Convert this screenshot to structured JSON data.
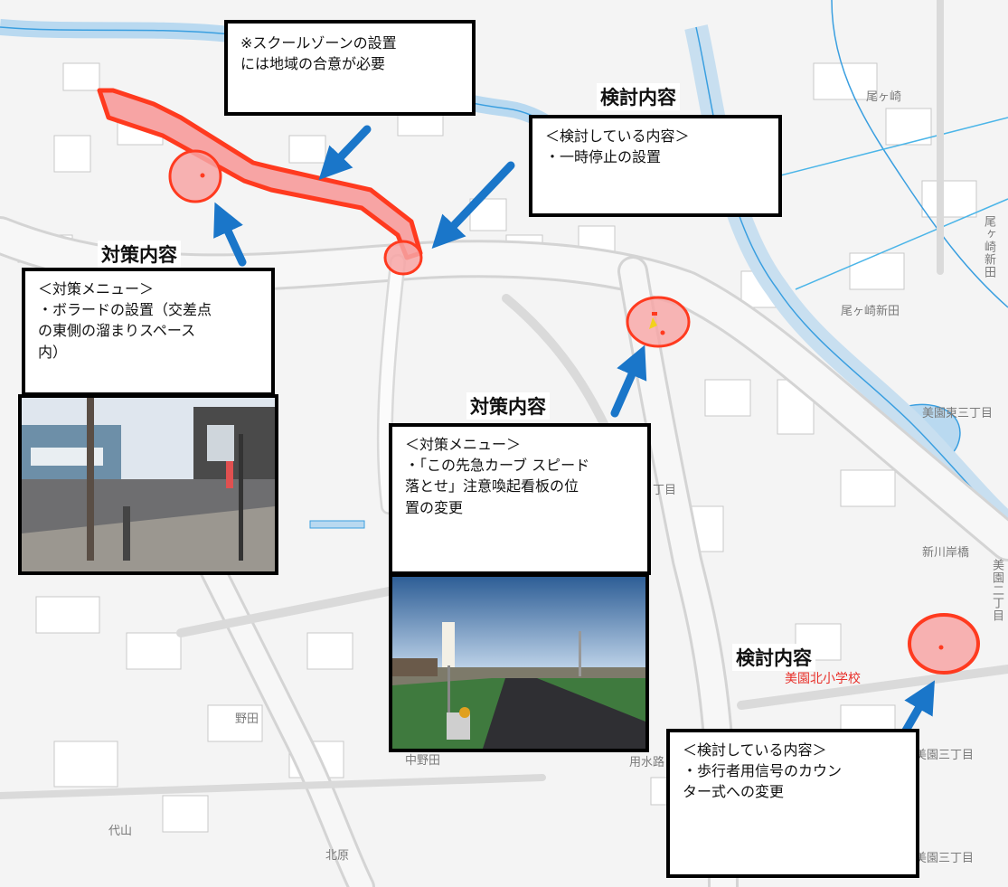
{
  "notes": {
    "school_zone": {
      "line1": "※スクールゾーンの設置",
      "line2": "には地域の合意が必要"
    }
  },
  "callouts": [
    {
      "id": "measure-1",
      "heading": "対策内容",
      "subheading": "＜対策メニュー＞",
      "lines": [
        "・ボラードの設置（交差点",
        "の東側の溜まりスペース",
        "内）"
      ]
    },
    {
      "id": "review-1",
      "heading": "検討内容",
      "subheading": "＜検討している内容＞",
      "lines": [
        "・一時停止の設置"
      ]
    },
    {
      "id": "measure-2",
      "heading": "対策内容",
      "subheading": "＜対策メニュー＞",
      "lines": [
        "・「この先急カーブ スピード",
        "落とせ」注意喚起看板の位",
        "置の変更"
      ]
    },
    {
      "id": "review-2",
      "heading": "検討内容",
      "subheading": "＜検討している内容＞",
      "lines": [
        "・歩行者用信号のカウン",
        "ター式への変更"
      ]
    }
  ],
  "map_labels": {
    "onogasaki": "尾ヶ崎",
    "onogasaki_vert": "尾ヶ崎新田",
    "onogasaki_shinden": "尾ヶ崎新田",
    "misono_higashi": "美園東三丁目",
    "shinkawa": "新川岸橋",
    "misono_vert": "美園二丁目",
    "school": "美園北小学校",
    "misono3": "美園三丁目",
    "nakanoda": "中野田",
    "yoshui": "用水路",
    "daiyama": "代山",
    "misono3b": "美園三丁目",
    "chome": "丁目",
    "nanoda": "野田",
    "kitahara": "北原"
  },
  "colors": {
    "highlight": "#ff3a1f",
    "highlight_fill": "#f7a4a4",
    "arrow": "#1a76c9",
    "water": "#b9d9f0",
    "river_line": "#3a9fe0"
  }
}
